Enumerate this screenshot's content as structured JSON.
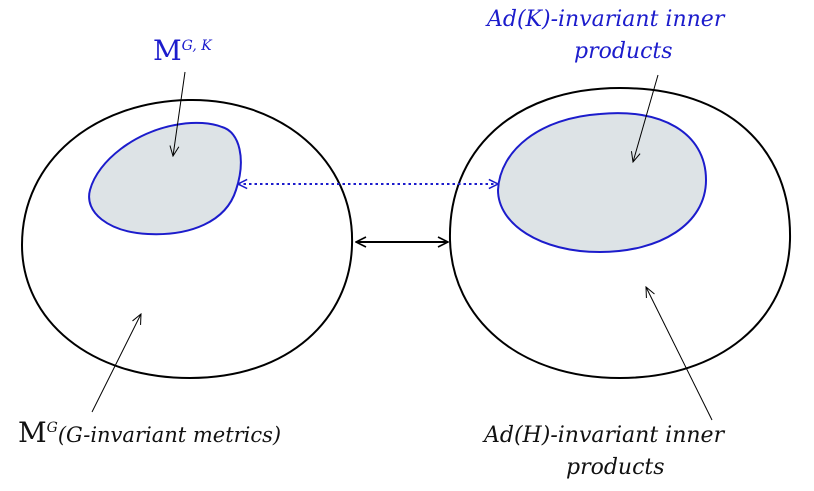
{
  "labels": {
    "mgk_symbol": "M",
    "mgk_sup": "G, K",
    "adk_line1": "Ad(K)-invariant inner",
    "adk_line2": "products",
    "mg_symbol": "M",
    "mg_sup": "G",
    "mg_text": "(G-invariant metrics)",
    "adh_line1": "Ad(H)-invariant inner",
    "adh_line2": "products"
  },
  "colors": {
    "blue": "#1c1ccc",
    "fill": "#dde3e6",
    "black": "#000000"
  }
}
